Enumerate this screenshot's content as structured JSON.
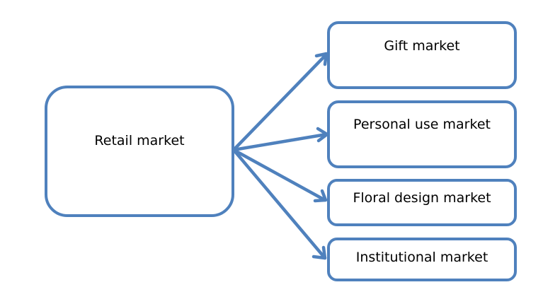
{
  "diagram": {
    "source": {
      "label": "Retail market"
    },
    "targets": [
      {
        "label": "Gift market"
      },
      {
        "label": "Personal use market"
      },
      {
        "label": "Floral design market"
      },
      {
        "label": "Institutional market"
      }
    ]
  },
  "colors": {
    "stroke": "#4f81bd",
    "fill": "#ffffff",
    "text": "#000000"
  }
}
